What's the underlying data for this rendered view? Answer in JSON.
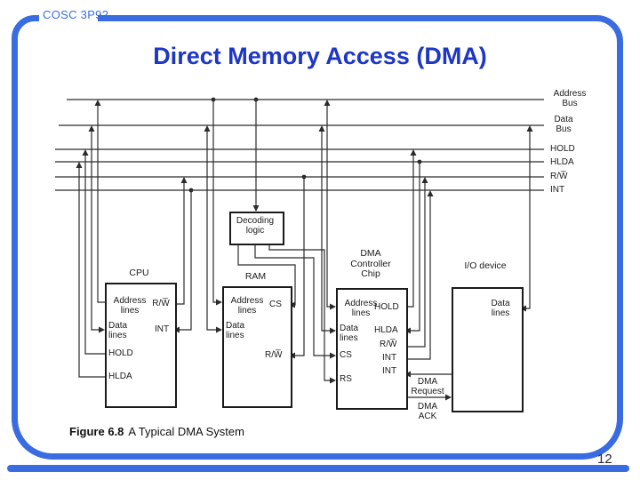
{
  "header": {
    "course_code": "COSC 3P92"
  },
  "title": "Direct Memory Access (DMA)",
  "page_number": "12",
  "caption": {
    "figure_label": "Figure 6.8",
    "caption_text": "A Typical DMA System"
  },
  "colors": {
    "frame_blue": "#3a6ce1",
    "title_blue": "#1d36c4",
    "diagram_ink": "#2b2b2b"
  },
  "diagram": {
    "buses": {
      "address": "Address Bus",
      "data": "Data Bus",
      "hold": "HOLD",
      "hlda": "HLDA",
      "rw": "R/W̅",
      "int": "INT"
    },
    "cpu": {
      "title": "CPU",
      "pin_address": "Address lines",
      "pin_rw": "R/W̅",
      "pin_data": "Data lines",
      "pin_int": "INT",
      "pin_hold": "HOLD",
      "pin_hlda": "HLDA"
    },
    "decoding": {
      "label": "Decoding logic"
    },
    "ram": {
      "title": "RAM",
      "pin_address": "Address lines",
      "pin_cs": "CS",
      "pin_data": "Data lines",
      "pin_rw": "R/W̅"
    },
    "dma": {
      "title": "DMA Controller Chip",
      "pin_address": "Address lines",
      "pin_data": "Data lines",
      "pin_cs": "CS",
      "pin_rs": "RS",
      "pin_hold": "HOLD",
      "pin_hlda": "HLDA",
      "pin_rw": "R/W̅",
      "pin_int1": "INT",
      "pin_int2": "INT"
    },
    "io": {
      "title": "I/O device",
      "pin_data": "Data lines"
    },
    "signals": {
      "request": "DMA Request",
      "ack": "DMA ACK"
    }
  }
}
